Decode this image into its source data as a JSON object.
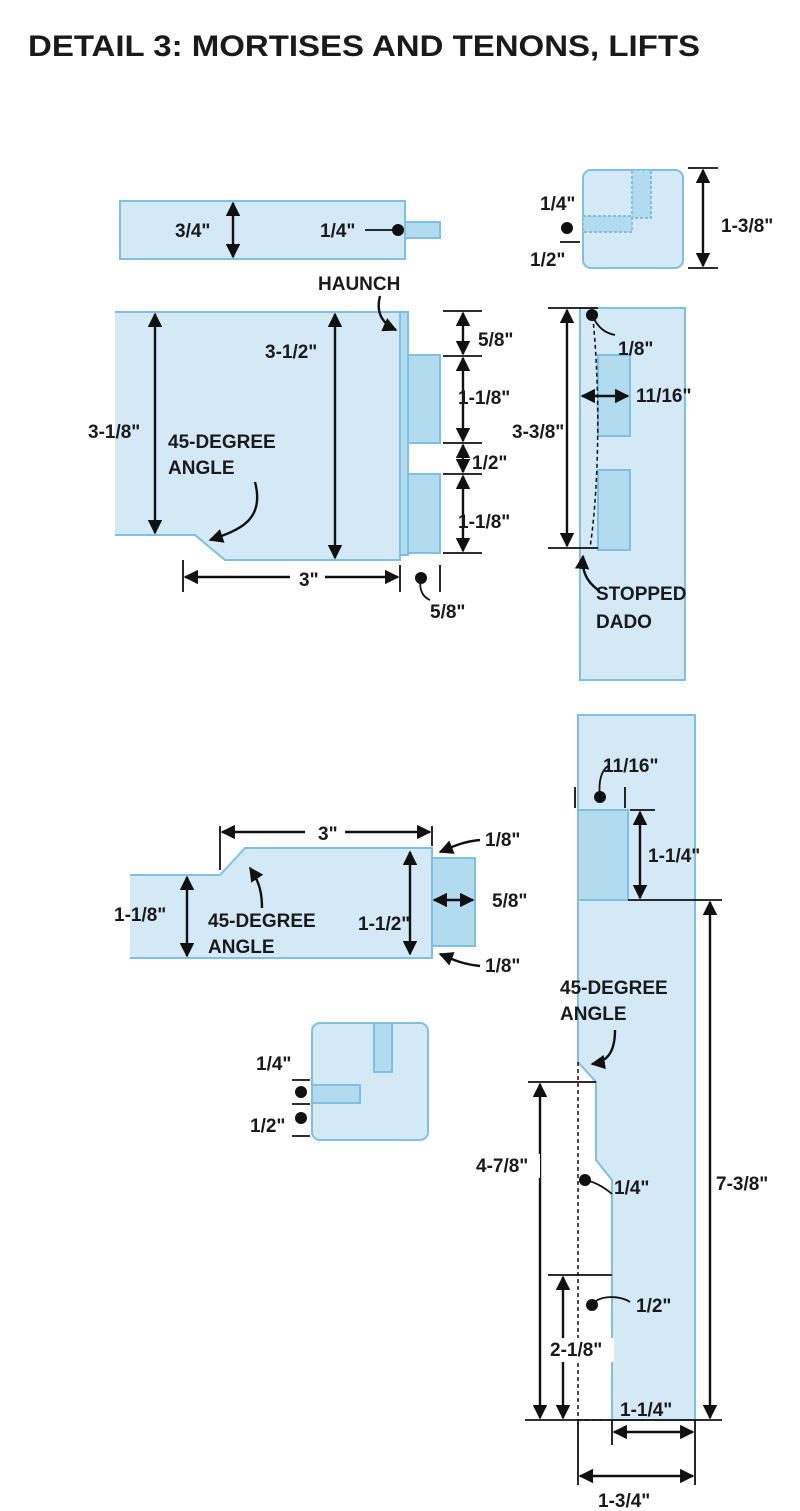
{
  "title": "DETAIL 3: MORTISES AND TENONS, LIFTS",
  "top_rail": {
    "thickness": "3/4\"",
    "tenon": "1/4\""
  },
  "top_end": {
    "a": "1/4\"",
    "b": "1/2\"",
    "height": "1-3/8\""
  },
  "rail_side": {
    "haunch": "HAUNCH",
    "width_outer": "3-1/2\"",
    "width_inner": "3-1/8\"",
    "angle1": "45-DEGREE",
    "angle2": "ANGLE",
    "length": "3\"",
    "tenon_len": "5/8\"",
    "d1": "5/8\"",
    "d2": "1-1/8\"",
    "d3": "1/2\"",
    "d4": "1-1/8\""
  },
  "leg_top": {
    "inset": "1/8\"",
    "depth": "11/16\"",
    "length": "3-3/8\"",
    "dado1": "STOPPED",
    "dado2": "DADO"
  },
  "lower_rail": {
    "length": "3\"",
    "shoulder_top": "1/8\"",
    "shoulder_bottom": "1/8\"",
    "tenon_w": "1-1/2\"",
    "tenon_len": "5/8\"",
    "end_w": "1-1/8\"",
    "angle1": "45-DEGREE",
    "angle2": "ANGLE"
  },
  "lower_end": {
    "a": "1/4\"",
    "b": "1/2\""
  },
  "lower_leg": {
    "depth": "11/16\"",
    "mortise": "1-1/4\"",
    "total": "7-3/8\"",
    "angle1": "45-DEGREE",
    "angle2": "ANGLE",
    "h1": "4-7/8\"",
    "step1": "1/4\"",
    "h2": "2-1/8\"",
    "step2": "1/2\"",
    "bottom": "1-1/4\"",
    "width": "1-3/4\""
  }
}
